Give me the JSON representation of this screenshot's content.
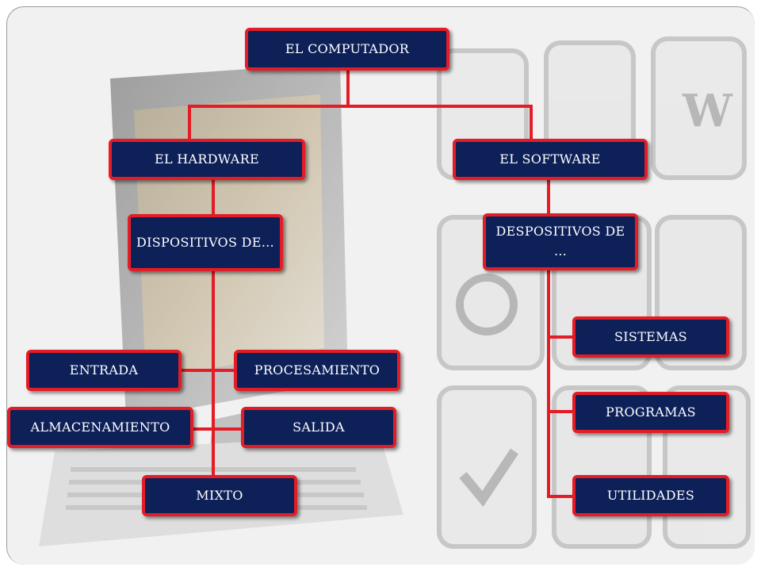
{
  "colors": {
    "node_fill": "#0d2058",
    "node_border": "#e31c25",
    "node_text": "#ffffff",
    "connector": "#e31c25"
  },
  "diagram": {
    "root": "EL COMPUTADOR",
    "hardware": "EL HARDWARE",
    "software": "EL SOFTWARE",
    "hw_devices": "DISPOSITIVOS DE…",
    "sw_devices": "DESPOSITIVOS DE …",
    "hw_items": {
      "entrada": "ENTRADA",
      "procesamiento": "PROCESAMIENTO",
      "almacenamiento": "ALMACENAMIENTO",
      "salida": "SALIDA",
      "mixto": "MIXTO"
    },
    "sw_items": {
      "sistemas": "SISTEMAS",
      "programas": "PROGRAMAS",
      "utilidades": "UTILIDADES"
    }
  },
  "background": {
    "left_art": "desktop-computer-illustration",
    "right_art": "office-application-icons"
  }
}
